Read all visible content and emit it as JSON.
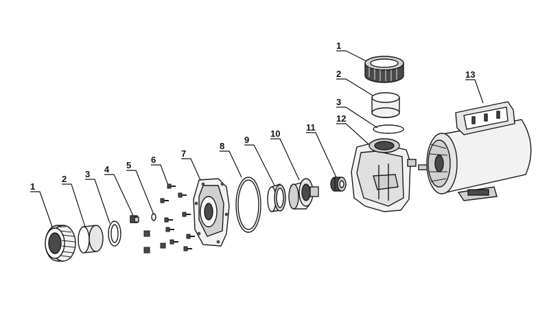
{
  "colors": {
    "stroke": "#1a1a1a",
    "fill_light": "#f2f2f2",
    "fill_mid": "#d0d0d0",
    "fill_dark": "#4a4a4a"
  },
  "labels": [
    "1",
    "2",
    "3",
    "4",
    "5",
    "6",
    "7",
    "8",
    "9",
    "10",
    "11",
    "1",
    "2",
    "3",
    "12",
    "13"
  ]
}
